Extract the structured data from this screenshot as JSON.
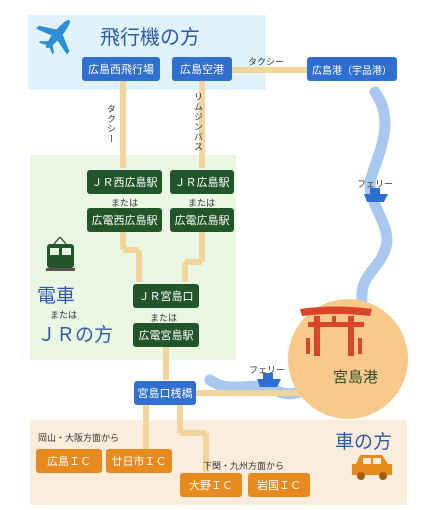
{
  "sections": {
    "air": {
      "title": "飛行機の方",
      "bg": "#e0f2fb"
    },
    "rail": {
      "title_main": "電車",
      "title_or": "または",
      "title_jr": "ＪＲの方",
      "bg": "#e9f7e3"
    },
    "car": {
      "title": "車の方",
      "bg": "#fcecdc"
    }
  },
  "nodes": {
    "hiroshima_nishi_airport": "広島西飛行場",
    "hiroshima_airport": "広島空港",
    "ujina_port": "広島港（宇品港）",
    "jr_nishihiroshima": "ＪＲ西広島駅",
    "jr_hiroshima": "ＪＲ広島駅",
    "hiroden_nishihiroshima": "広電西広島駅",
    "hiroden_hiroshima": "広電広島駅",
    "jr_miyajimaguchi": "ＪＲ宮島口",
    "hiroden_miyajimaguchi": "広電宮島駅",
    "miyajimaguchi_pier": "宮島口桟橋",
    "miyajima_port": "宮島港",
    "hiroshima_ic": "広島ＩＣ",
    "hatsukaichi_ic": "廿日市ＩＣ",
    "ono_ic": "大野ＩＣ",
    "iwakuni_ic": "岩国ＩＣ"
  },
  "labels": {
    "taxi_top": "タクシー",
    "taxi_vertical": "タクシー",
    "limousine_bus": "リムジンバス",
    "ferry_upper": "フェリー",
    "ferry_lower": "フェリー",
    "or_1": "または",
    "or_2": "または",
    "or_3": "または",
    "from_okayama_osaka": "岡山・大阪方面から",
    "from_shimonoseki_kyushu": "下関・九州方面から"
  },
  "colors": {
    "accent_blue": "#2f6fd0",
    "rail_green": "#23552a",
    "car_orange": "#e98a1f",
    "connector": "#f2d59b",
    "sea": "#a9c8ef",
    "miyajima_circle": "#f8c98a",
    "torii": "#d9452b",
    "title_blue": "#2e5aa8"
  },
  "icons": [
    "airplane-icon",
    "tram-icon",
    "car-icon",
    "ferry-icon",
    "torii-icon"
  ]
}
